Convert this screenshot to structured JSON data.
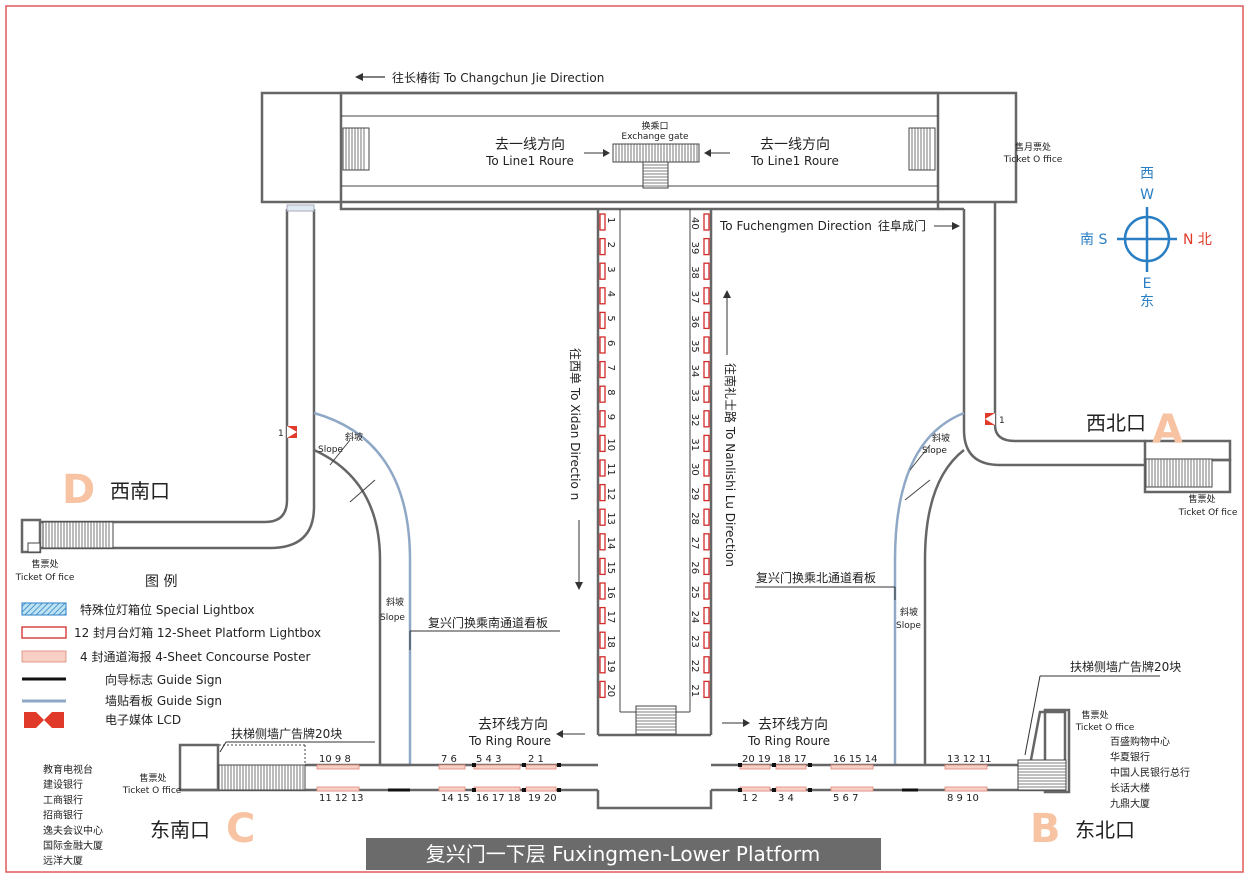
{
  "directions": {
    "changchun": "往长椿街  To Changchun Jie Direction",
    "fuchengmen_en": "To Fuchengmen Direction",
    "fuchengmen_cn": "往阜成门",
    "xidan": "往西单 To Xidan Directio n",
    "nanlishi": "往南礼士路 To Nanlishi Lu Direction"
  },
  "exchange": {
    "gate_cn": "换乘口",
    "gate_en": "Exchange gate",
    "line1_left_cn": "去一线方向",
    "line1_left_en": "To Line1 Roure",
    "line1_right_cn": "去一线方向",
    "line1_right_en": "To Line1 Roure"
  },
  "ticket_offices": {
    "top_right_cn": "售月票处",
    "top_right_en": "Ticket O ffice",
    "a_cn": "售票处",
    "a_en": "Ticket Of fice",
    "d_cn": "售票处",
    "d_en": "Ticket Of fice",
    "c_cn": "售票处",
    "c_en": "Ticket O ffice",
    "b_cn": "售票处",
    "b_en": "Ticket O ffice"
  },
  "exits": {
    "a_letter": "A",
    "a_name": "西北口",
    "b_letter": "B",
    "b_name": "东北口",
    "c_letter": "C",
    "c_name": "东南口",
    "d_letter": "D",
    "d_name": "西南口"
  },
  "compass": {
    "west_cn": "西",
    "west_en": "W",
    "east_cn": "东",
    "east_en": "E",
    "south": "南 S",
    "north": "N 北"
  },
  "slopes": {
    "cn": "斜坡",
    "en": "Slope"
  },
  "boards": {
    "south": "复兴门换乘南通道看板",
    "north": "复兴门换乘北通道看板",
    "escalator_left": "扶梯侧墙广告牌20块",
    "escalator_right": "扶梯侧墙广告牌20块"
  },
  "ring": {
    "left_cn": "去环线方向",
    "left_en": "To Ring Roure",
    "right_cn": "去环线方向",
    "right_en": "To Ring Roure"
  },
  "lcd_label": "1",
  "platform_left_numbers": [
    "1",
    "2",
    "3",
    "4",
    "5",
    "6",
    "7",
    "8",
    "9",
    "10",
    "11",
    "12",
    "13",
    "14",
    "15",
    "16",
    "17",
    "18",
    "19",
    "20"
  ],
  "platform_right_numbers": [
    "40",
    "39",
    "38",
    "37",
    "36",
    "35",
    "34",
    "33",
    "32",
    "31",
    "30",
    "29",
    "28",
    "27",
    "26",
    "25",
    "24",
    "23",
    "22",
    "21"
  ],
  "poster_labels": {
    "c_top": "10  9   8",
    "c_bottom": "11 12 13",
    "ml_top_a": "7   6",
    "ml_top_b": "5  4  3",
    "ml_top_c": "2   1",
    "ml_bot_a": "14 15",
    "ml_bot_b": "16 17 18",
    "ml_bot_c": "19 20",
    "mr_top_a": "20 19",
    "mr_top_b": "18 17",
    "mr_top_c": "16 15 14",
    "mr_bot_a": "1   2",
    "mr_bot_b": "3   4",
    "mr_bot_c": "5   6   7",
    "b_top": "13 12 11",
    "b_bot": "8   9  10"
  },
  "legend": {
    "title": "图   例",
    "special": "特殊位灯箱位  Special Lightbox",
    "twelve": "12 封月台灯箱  12-Sheet Platform Lightbox",
    "four": "4 封通道海报  4-Sheet  Concourse Poster",
    "guide_black": "向导标志  Guide Sign",
    "guide_blue": "墙贴看板  Guide Sign",
    "lcd": "电子媒体   LCD"
  },
  "c_list": [
    "教育电视台",
    "建设银行",
    "工商银行",
    "招商银行",
    "逸夫会议中心",
    "国际金融大厦",
    "远洋大厦"
  ],
  "b_list": [
    "百盛购物中心",
    "华夏银行",
    "中国人民银行总行",
    "长话大楼",
    "九鼎大厦"
  ],
  "footer_title": "复兴门一下层  Fuxingmen-Lower Platform",
  "colors": {
    "border": "#e15a5a",
    "wall": "#666666",
    "lightbox": "#d42a2a",
    "poster": "#f7cfc4",
    "slope_blue": "#8fa8c6",
    "compass_blue": "#2a7fc4",
    "compass_red": "#e03a2a",
    "exit_letter": "#f7c3a3",
    "footer_bg": "#6b6b6b"
  }
}
